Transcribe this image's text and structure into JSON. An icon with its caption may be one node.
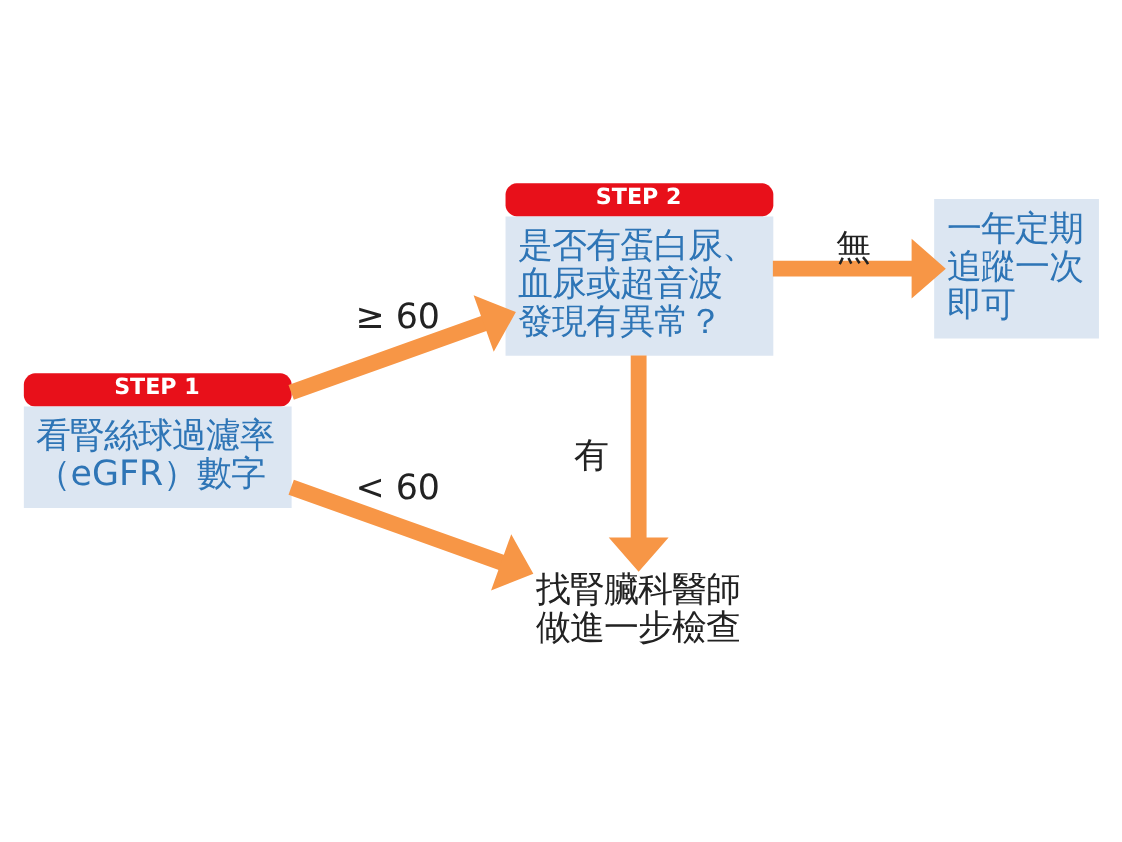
{
  "diagram": {
    "nodes": [
      {
        "text": [
          "STEP 1",
          "看腎絲球過濾率（eGFR）數字"
        ]
      },
      {
        "text": [
          "STEP 2",
          "是否有蛋白尿、血尿或超音波發現有異常？"
        ]
      },
      {
        "text": [
          "一年定期追蹤一次即可"
        ]
      },
      {
        "text": [
          "找腎臟科醫師做進一步檢查"
        ]
      }
    ],
    "edges": [
      {
        "from": 0,
        "to": 1,
        "arrow": "to",
        "label": "≥ 60"
      },
      {
        "from": 1,
        "to": 2,
        "arrow": "to",
        "label": "無"
      },
      {
        "from": 1,
        "to": 3,
        "arrow": "to",
        "label": "有"
      },
      {
        "from": 0,
        "to": 3,
        "arrow": "to",
        "label": "< 60"
      }
    ]
  }
}
